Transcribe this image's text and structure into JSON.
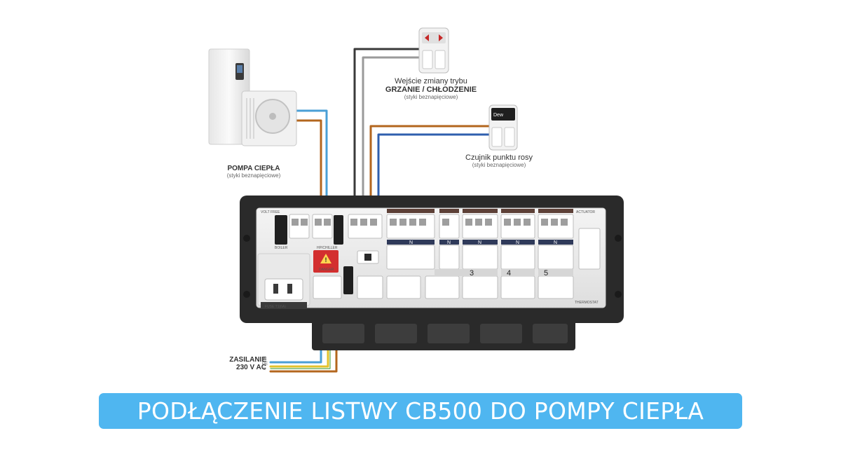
{
  "labels": {
    "heat_pump": {
      "title": "POMPA CIEPŁA",
      "note": "(styki beznapięciowe)"
    },
    "mode_input": {
      "line1": "Wejście zmiany trybu",
      "line2": "GRZANIE / CHŁODZENIE",
      "note": "(styki beznapięciowe)"
    },
    "dew_sensor": {
      "title": "Czujnik punktu rosy",
      "note": "(styki beznapięciowe)"
    },
    "power": {
      "line1": "ZASILANIE",
      "line2": "230 V AC",
      "n": "N",
      "pe": "PE",
      "l": "L"
    }
  },
  "banner": {
    "text": "PODŁĄCZENIE LISTWY CB500 DO POMPY CIEPŁA"
  },
  "board": {
    "volt_free": "VOLT FREE",
    "boiler": "BOILER",
    "hp_chiller": "HP/CHILLER",
    "danger": "DANGER",
    "fuse": "FUSE T1(6A)",
    "actuator": "ACTUATOR",
    "thermostat": "THERMOSTAT",
    "channels": [
      "3",
      "4",
      "5"
    ],
    "relay_labels": [
      "N",
      "N",
      "N",
      "N",
      "N"
    ]
  },
  "colors": {
    "wire_blue": "#4a9fd6",
    "wire_brown": "#b3661e",
    "wire_dark": "#3a3a3a",
    "wire_grey": "#9a9a9a",
    "wire_navy": "#2f5fae",
    "wire_yellow": "#e2c22a",
    "banner": "#4fb6f0",
    "danger_red": "#d32f2f"
  }
}
